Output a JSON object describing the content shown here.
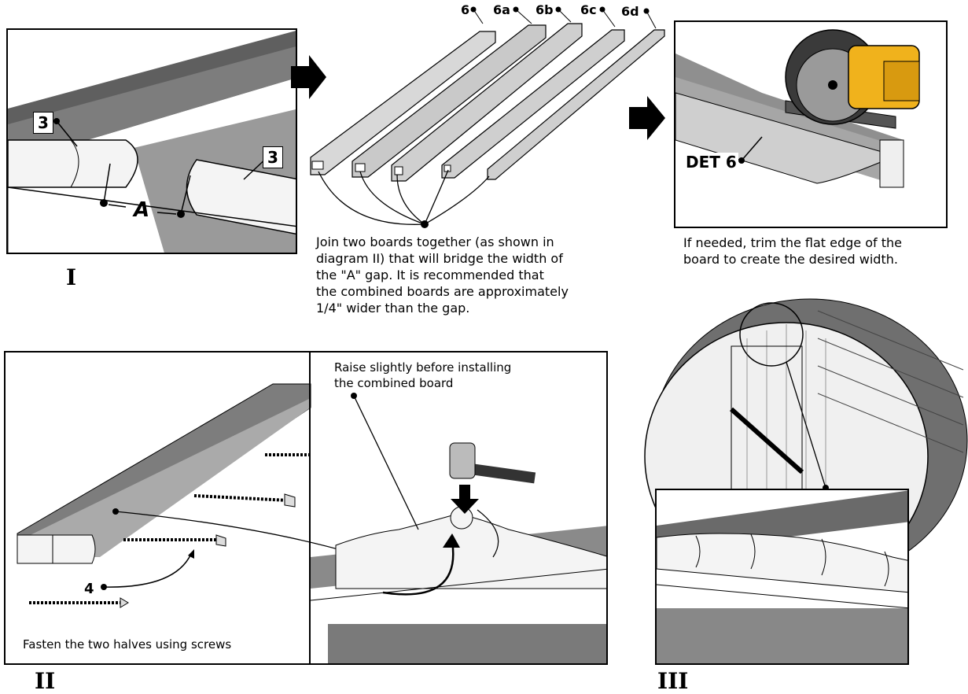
{
  "panels": {
    "I": {
      "roman": "I",
      "part_label_left": "3",
      "part_label_right": "3",
      "gap_label": "A"
    },
    "boards": {
      "labels": [
        "6",
        "6a",
        "6b",
        "6c",
        "6d"
      ],
      "caption": "Join two boards together (as shown in\ndiagram II) that will bridge the width of\nthe \"A\" gap. It is recommended that\nthe combined boards are approximately\n1/4\" wider than the gap."
    },
    "trim": {
      "det_label": "DET 6",
      "caption": "If needed, trim the flat edge of the\nboard to create the desired width."
    },
    "II": {
      "roman": "II",
      "screw_label": "4",
      "caption_left": "Fasten the two halves using screws",
      "caption_right": "Raise slightly before installing\nthe combined board"
    },
    "III": {
      "roman": "III"
    }
  },
  "colors": {
    "board_gray": "#8a8a8a",
    "board_dark": "#5c5c5c",
    "saw_yellow": "#f0b21c",
    "saw_black": "#3a3a3a"
  }
}
